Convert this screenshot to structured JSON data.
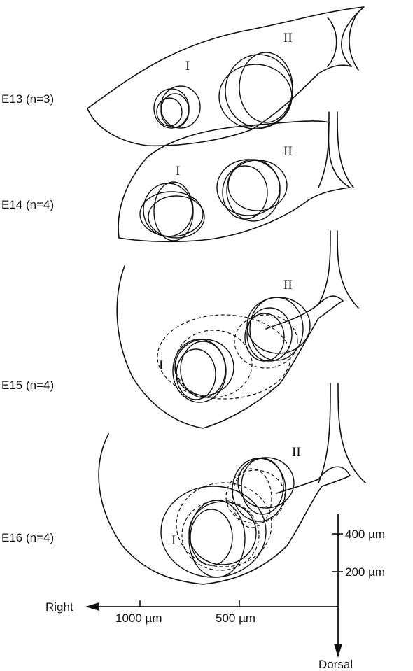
{
  "panels": [
    {
      "key": "e13",
      "stage_label": "E13 (n=3)",
      "region_i": "I",
      "region_ii": "II"
    },
    {
      "key": "e14",
      "stage_label": "E14 (n=4)",
      "region_i": "I",
      "region_ii": "II"
    },
    {
      "key": "e15",
      "stage_label": "E15 (n=4)",
      "region_i": "I",
      "region_ii": "II"
    },
    {
      "key": "e16",
      "stage_label": "E16 (n=4)",
      "region_i": "I",
      "region_ii": "II"
    }
  ],
  "axes": {
    "horizontal": {
      "direction_label": "Right",
      "ticks": [
        "1000 µm",
        "500 µm"
      ]
    },
    "vertical": {
      "direction_label": "Dorsal",
      "ticks": [
        "400 µm",
        "200 µm"
      ]
    }
  }
}
